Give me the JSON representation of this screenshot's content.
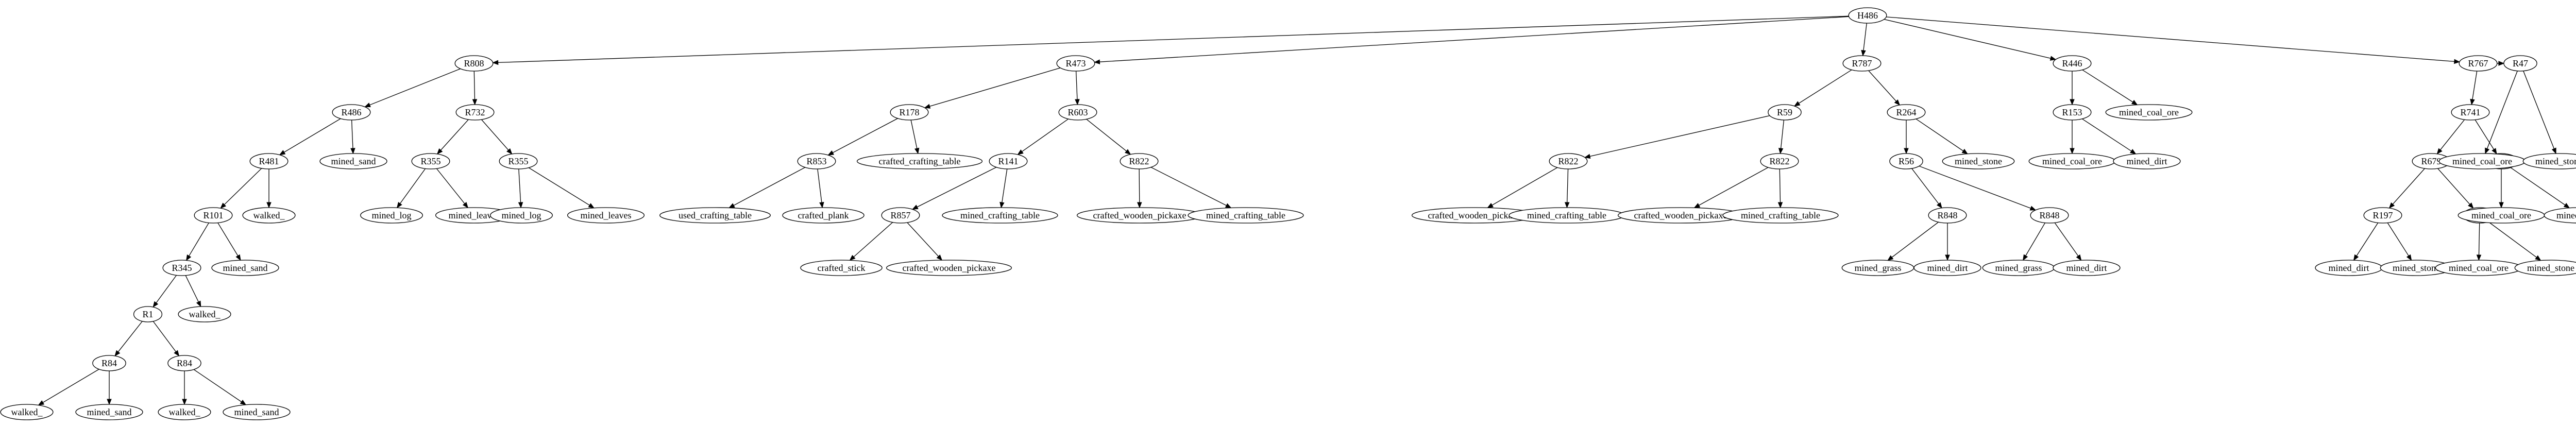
{
  "tree": {
    "nodes": [
      {
        "id": "H486",
        "label": "H486"
      },
      {
        "id": "R808",
        "label": "R808"
      },
      {
        "id": "R473",
        "label": "R473"
      },
      {
        "id": "R787",
        "label": "R787"
      },
      {
        "id": "R446",
        "label": "R446"
      },
      {
        "id": "R767",
        "label": "R767"
      },
      {
        "id": "R486",
        "label": "R486"
      },
      {
        "id": "R732",
        "label": "R732"
      },
      {
        "id": "R178",
        "label": "R178"
      },
      {
        "id": "R603",
        "label": "R603"
      },
      {
        "id": "R59",
        "label": "R59"
      },
      {
        "id": "R264",
        "label": "R264"
      },
      {
        "id": "R153",
        "label": "R153"
      },
      {
        "id": "R446_coal",
        "label": "mined_coal_ore"
      },
      {
        "id": "R741",
        "label": "R741"
      },
      {
        "id": "R767_47",
        "label": "R47"
      },
      {
        "id": "R481",
        "label": "R481"
      },
      {
        "id": "R486_sand",
        "label": "mined_sand"
      },
      {
        "id": "R355a",
        "label": "R355"
      },
      {
        "id": "R355b",
        "label": "R355"
      },
      {
        "id": "R853",
        "label": "R853"
      },
      {
        "id": "R178_ct",
        "label": "crafted_crafting_table"
      },
      {
        "id": "R141",
        "label": "R141"
      },
      {
        "id": "R603_822",
        "label": "R822"
      },
      {
        "id": "R59_822a",
        "label": "R822"
      },
      {
        "id": "R59_822b",
        "label": "R822"
      },
      {
        "id": "R56",
        "label": "R56"
      },
      {
        "id": "R264_stone",
        "label": "mined_stone"
      },
      {
        "id": "R153_coal",
        "label": "mined_coal_ore"
      },
      {
        "id": "R153_dirt",
        "label": "mined_dirt"
      },
      {
        "id": "R679",
        "label": "R679"
      },
      {
        "id": "R741_47",
        "label": "R47"
      },
      {
        "id": "R767_47_coal",
        "label": "mined_coal_ore"
      },
      {
        "id": "R767_47_stone",
        "label": "mined_stone"
      },
      {
        "id": "R101",
        "label": "R101"
      },
      {
        "id": "R481_walked",
        "label": "walked_"
      },
      {
        "id": "R355a_log",
        "label": "mined_log"
      },
      {
        "id": "R355a_leaves",
        "label": "mined_leaves"
      },
      {
        "id": "R355b_log",
        "label": "mined_log"
      },
      {
        "id": "R355b_leaves",
        "label": "mined_leaves"
      },
      {
        "id": "R853_used",
        "label": "used_crafting_table"
      },
      {
        "id": "R853_plank",
        "label": "crafted_plank"
      },
      {
        "id": "R857",
        "label": "R857"
      },
      {
        "id": "R141_ct",
        "label": "mined_crafting_table"
      },
      {
        "id": "R603_822_pick",
        "label": "crafted_wooden_pickaxe"
      },
      {
        "id": "R603_822_ct",
        "label": "mined_crafting_table"
      },
      {
        "id": "R59_822a_pick",
        "label": "crafted_wooden_pickaxe"
      },
      {
        "id": "R59_822a_ct",
        "label": "mined_crafting_table"
      },
      {
        "id": "R59_822b_pick",
        "label": "crafted_wooden_pickaxe"
      },
      {
        "id": "R59_822b_ct",
        "label": "mined_crafting_table"
      },
      {
        "id": "R848a",
        "label": "R848"
      },
      {
        "id": "R848b",
        "label": "R848"
      },
      {
        "id": "R197",
        "label": "R197"
      },
      {
        "id": "R679_47",
        "label": "R47"
      },
      {
        "id": "R741_47_coal",
        "label": "mined_coal_ore"
      },
      {
        "id": "R741_47_stone",
        "label": "mined_stone"
      },
      {
        "id": "R345",
        "label": "R345"
      },
      {
        "id": "R101_sand",
        "label": "mined_sand"
      },
      {
        "id": "R857_stick",
        "label": "crafted_stick"
      },
      {
        "id": "R857_pick",
        "label": "crafted_wooden_pickaxe"
      },
      {
        "id": "R848a_grass",
        "label": "mined_grass"
      },
      {
        "id": "R848a_dirt",
        "label": "mined_dirt"
      },
      {
        "id": "R848b_grass",
        "label": "mined_grass"
      },
      {
        "id": "R848b_dirt",
        "label": "mined_dirt"
      },
      {
        "id": "R197_dirt",
        "label": "mined_dirt"
      },
      {
        "id": "R197_stone",
        "label": "mined_stone"
      },
      {
        "id": "R679_47_coal",
        "label": "mined_coal_ore"
      },
      {
        "id": "R679_47_stone",
        "label": "mined_stone"
      },
      {
        "id": "R1",
        "label": "R1"
      },
      {
        "id": "R345_walked",
        "label": "walked_"
      },
      {
        "id": "R84a",
        "label": "R84"
      },
      {
        "id": "R84b",
        "label": "R84"
      },
      {
        "id": "R84a_walked",
        "label": "walked_"
      },
      {
        "id": "R84a_sand",
        "label": "mined_sand"
      },
      {
        "id": "R84b_walked",
        "label": "walked_"
      },
      {
        "id": "R84b_sand",
        "label": "mined_sand"
      }
    ],
    "edges": [
      [
        "H486",
        "R808"
      ],
      [
        "H486",
        "R473"
      ],
      [
        "H486",
        "R787"
      ],
      [
        "H486",
        "R446"
      ],
      [
        "H486",
        "R767"
      ],
      [
        "R808",
        "R486"
      ],
      [
        "R808",
        "R732"
      ],
      [
        "R473",
        "R178"
      ],
      [
        "R473",
        "R603"
      ],
      [
        "R787",
        "R59"
      ],
      [
        "R787",
        "R264"
      ],
      [
        "R446",
        "R153"
      ],
      [
        "R446",
        "R446_coal"
      ],
      [
        "R767",
        "R741"
      ],
      [
        "R767",
        "R767_47"
      ],
      [
        "R486",
        "R481"
      ],
      [
        "R486",
        "R486_sand"
      ],
      [
        "R732",
        "R355a"
      ],
      [
        "R732",
        "R355b"
      ],
      [
        "R178",
        "R853"
      ],
      [
        "R178",
        "R178_ct"
      ],
      [
        "R603",
        "R141"
      ],
      [
        "R603",
        "R603_822"
      ],
      [
        "R59",
        "R59_822a"
      ],
      [
        "R59",
        "R59_822b"
      ],
      [
        "R264",
        "R56"
      ],
      [
        "R264",
        "R264_stone"
      ],
      [
        "R153",
        "R153_coal"
      ],
      [
        "R153",
        "R153_dirt"
      ],
      [
        "R741",
        "R679"
      ],
      [
        "R741",
        "R741_47"
      ],
      [
        "R767_47",
        "R767_47_coal"
      ],
      [
        "R767_47",
        "R767_47_stone"
      ],
      [
        "R481",
        "R101"
      ],
      [
        "R481",
        "R481_walked"
      ],
      [
        "R355a",
        "R355a_log"
      ],
      [
        "R355a",
        "R355a_leaves"
      ],
      [
        "R355b",
        "R355b_log"
      ],
      [
        "R355b",
        "R355b_leaves"
      ],
      [
        "R853",
        "R853_used"
      ],
      [
        "R853",
        "R853_plank"
      ],
      [
        "R141",
        "R857"
      ],
      [
        "R141",
        "R141_ct"
      ],
      [
        "R603_822",
        "R603_822_pick"
      ],
      [
        "R603_822",
        "R603_822_ct"
      ],
      [
        "R59_822a",
        "R59_822a_pick"
      ],
      [
        "R59_822a",
        "R59_822a_ct"
      ],
      [
        "R59_822b",
        "R59_822b_pick"
      ],
      [
        "R59_822b",
        "R59_822b_ct"
      ],
      [
        "R56",
        "R848a"
      ],
      [
        "R56",
        "R848b"
      ],
      [
        "R679",
        "R197"
      ],
      [
        "R679",
        "R679_47"
      ],
      [
        "R741_47",
        "R741_47_coal"
      ],
      [
        "R741_47",
        "R741_47_stone"
      ],
      [
        "R101",
        "R345"
      ],
      [
        "R101",
        "R101_sand"
      ],
      [
        "R857",
        "R857_stick"
      ],
      [
        "R857",
        "R857_pick"
      ],
      [
        "R848a",
        "R848a_grass"
      ],
      [
        "R848a",
        "R848a_dirt"
      ],
      [
        "R848b",
        "R848b_grass"
      ],
      [
        "R848b",
        "R848b_dirt"
      ],
      [
        "R197",
        "R197_dirt"
      ],
      [
        "R197",
        "R197_stone"
      ],
      [
        "R679_47",
        "R679_47_coal"
      ],
      [
        "R679_47",
        "R679_47_stone"
      ],
      [
        "R345",
        "R1"
      ],
      [
        "R345",
        "R345_walked"
      ],
      [
        "R1",
        "R84a"
      ],
      [
        "R1",
        "R84b"
      ],
      [
        "R84a",
        "R84a_walked"
      ],
      [
        "R84a",
        "R84a_sand"
      ],
      [
        "R84b",
        "R84b_walked"
      ],
      [
        "R84b",
        "R84b_sand"
      ]
    ]
  }
}
